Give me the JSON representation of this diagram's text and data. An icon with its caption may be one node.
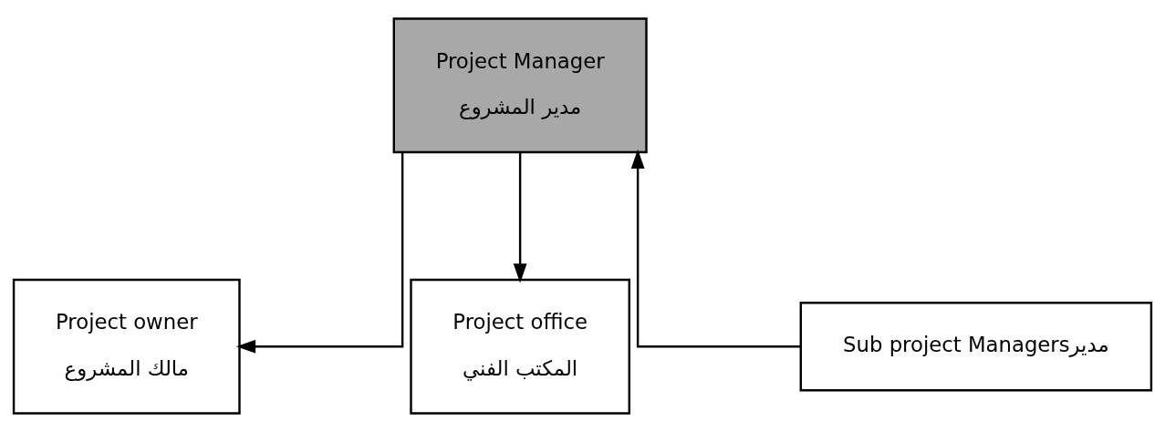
{
  "diagram": {
    "nodes": [
      {
        "text": [
          "Project Manager",
          "مدير المشروع"
        ]
      },
      {
        "text": [
          "Project owner",
          "مالك المشروع"
        ]
      },
      {
        "text": [
          "Sub project Managersمدير"
        ]
      },
      {
        "text": [
          "Project office",
          "المكتب الفني"
        ]
      }
    ],
    "edges": [
      {
        "from": 0,
        "to": 1,
        "arrow": "to"
      },
      {
        "from": 2,
        "to": 0,
        "arrow": "to"
      },
      {
        "from": 0,
        "to": 3,
        "arrow": "to"
      }
    ]
  }
}
